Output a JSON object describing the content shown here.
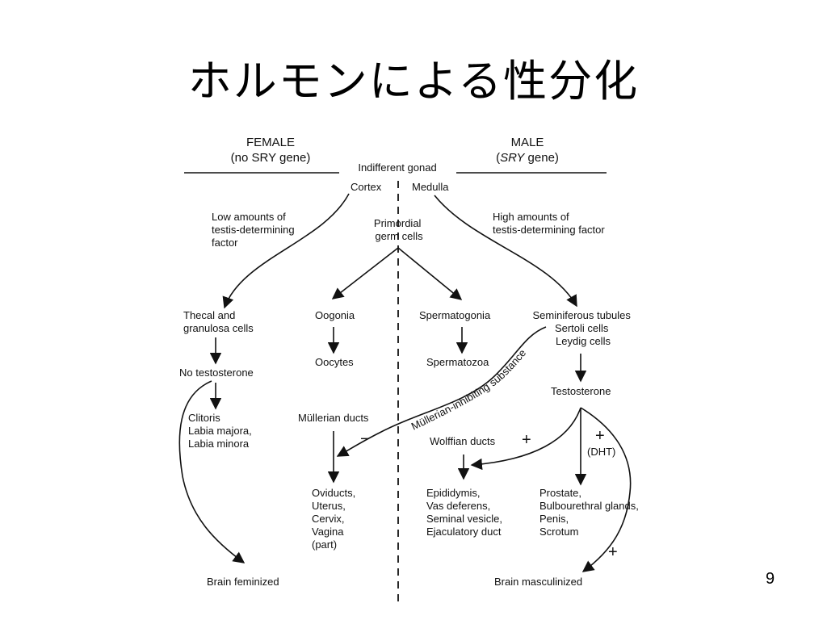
{
  "slide": {
    "title": "ホルモンによる性分化",
    "page_number": "9"
  },
  "diagram": {
    "female": {
      "title": "FEMALE",
      "subtitle": "(no SRY gene)"
    },
    "male": {
      "title": "MALE",
      "subtitle_italic": "SRY",
      "subtitle_rest": " gene)",
      "subtitle_open": "("
    },
    "indifferent_gonad": "Indifferent gonad",
    "cortex": "Cortex",
    "medulla": "Medulla",
    "low_tdf": [
      "Low amounts of",
      "testis-determining",
      "factor"
    ],
    "high_tdf": [
      "High amounts of",
      "testis-determining factor"
    ],
    "primordial": [
      "Primordial",
      "germ cells"
    ],
    "thecal": [
      "Thecal and",
      "granulosa cells"
    ],
    "oogonia": "Oogonia",
    "oocytes": "Oocytes",
    "spermatogonia": "Spermatogonia",
    "spermatozoa": "Spermatozoa",
    "seminiferous": [
      "Seminiferous tubules",
      "Sertoli cells",
      "Leydig cells"
    ],
    "no_testosterone": "No testosterone",
    "testosterone": "Testosterone",
    "clitoris": [
      "Clitoris",
      "Labia majora,",
      "Labia minora"
    ],
    "mullerian_ducts": "Müllerian ducts",
    "mis": "Müllerian-inhibiting substance",
    "wolffian_ducts": "Wolffian ducts",
    "dht": "(DHT)",
    "oviducts": [
      "Oviducts,",
      "Uterus,",
      "Cervix,",
      "Vagina",
      "(part)"
    ],
    "epididymis": [
      "Epididymis,",
      "Vas deferens,",
      "Seminal vesicle,",
      "Ejaculatory duct"
    ],
    "prostate": [
      "Prostate,",
      "Bulbourethral glands,",
      "Penis,",
      "Scrotum"
    ],
    "brain_feminized": "Brain feminized",
    "brain_masculinized": "Brain masculinized",
    "signs": {
      "minus": "−",
      "plus": "+"
    }
  }
}
